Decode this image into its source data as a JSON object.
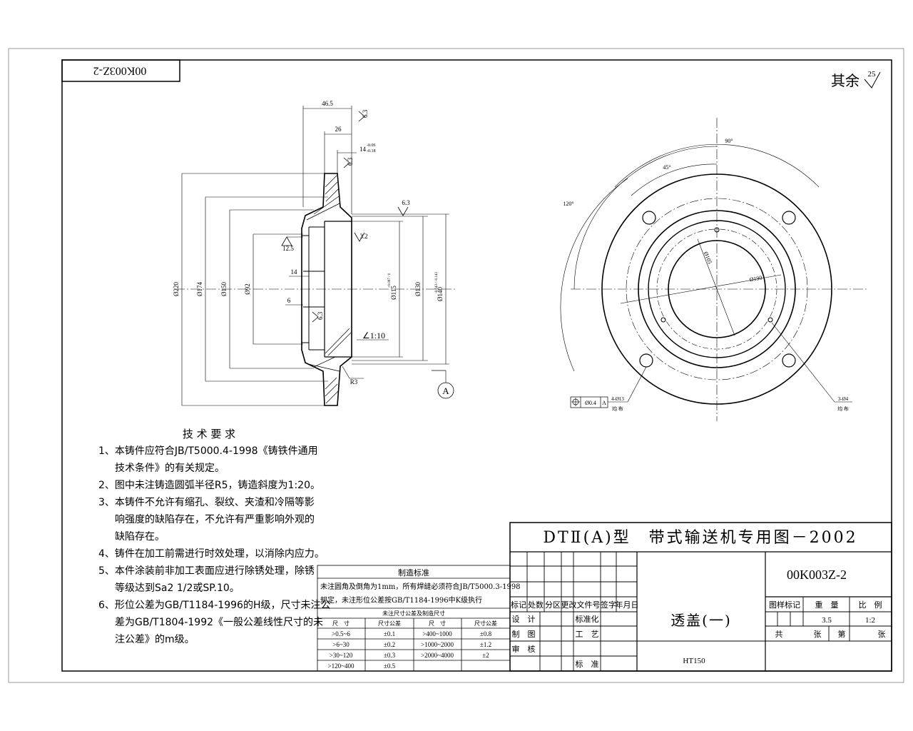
{
  "drawing_number": "00K003Z-2",
  "surface_finish": {
    "label": "其余",
    "value": "25"
  },
  "dims": {
    "d46_5": "46.5",
    "d26": "26",
    "d14": "14",
    "d14_tol_up": "-0.06",
    "d14_tol_dn": "-0.18",
    "d6_3a": "6.3",
    "d6_3b": "6.3",
    "d6_3c": "6.3",
    "d6_3d": "6.3",
    "d3_2": "3.2",
    "d12_5": "12.5",
    "dia220": "Ø220",
    "dia174": "Ø174",
    "dia150": "Ø150",
    "dia92": "Ø92",
    "dia115": "Ø115",
    "dia115_tol": "+0.087 / 0",
    "dia130": "Ø130",
    "dia140": "Ø140",
    "dia140_tol": "-0.043 / -0.143",
    "d14b": "14",
    "d6": "6",
    "taper": "∠1:10",
    "r3": "R3",
    "datum": "A",
    "ang90": "90°",
    "ang45": "45°",
    "ang120": "120°",
    "dia105": "Ø105",
    "dia190": "Ø190",
    "holes_a": "4-Ø13",
    "holes_a_sub": "均 布",
    "holes_b": "3-Ø4",
    "holes_b_sub": "均 布",
    "gtol_tol": "Ø0.4",
    "gtol_ref": "A"
  },
  "notes": {
    "title": "技 术 要 求",
    "l1": "1、本铸件应符合JB/T5000.4-1998《铸铁件通用",
    "l1b": "技术条件》的有关规定。",
    "l2": "2、图中未注铸造圆弧半径R5，铸造斜度为1:20。",
    "l3": "3、本铸件不允许有缩孔、裂纹、夹渣和冷隔等影",
    "l3b": "响强度的缺陷存在，不允许有严重影响外观的",
    "l3c": "缺陷存在。",
    "l4": "4、铸件在加工前需进行时效处理，以消除内应力。",
    "l5": "5、本件涂装前非加工表面应进行除锈处理，除锈",
    "l5b": "等级达到Sa2 1/2或SP.10。",
    "l6": "6、形位公差为GB/T1184-1996的H级，尺寸未注公",
    "l6b": "差为GB/T1804-1992《一般公差线性尺寸的未",
    "l6c": "注公差》的m级。"
  },
  "mfg": {
    "title": "制造标准",
    "text1": "未注圆角及倒角为1mm，所有焊缝必须符合JB/T5000.3-1998",
    "text2": "规定，未注形位公差按GB/T1184-1996中K级执行",
    "subtitle": "未注尺寸公差及制造尺寸",
    "headers": [
      "尺　寸",
      "尺寸公差",
      "尺　寸",
      "尺寸公差"
    ],
    "rows": [
      [
        ">0.5~6",
        "±0.1",
        ">400~1000",
        "±0.8"
      ],
      [
        ">6~30",
        "±0.2",
        ">1000~2000",
        "±1.2"
      ],
      [
        ">30~120",
        "±0.3",
        ">2000~4000",
        "±2"
      ],
      [
        ">120~400",
        "±0.5",
        "",
        ""
      ]
    ]
  },
  "titleblock": {
    "header": "DTⅡ(A)型　带式输送机专用图－2002",
    "code": "00K003Z-2",
    "part_name": "透盖(一)",
    "material": "HT150",
    "rev_headers": [
      "标记",
      "处数",
      "分区",
      "更改文件号",
      "签字",
      "年月日"
    ],
    "design": "设　计",
    "standardize": "标准化",
    "draw": "制　图",
    "craft": "工　艺",
    "review": "审　核",
    "standard": "标　准",
    "stage_mark": "图样标记",
    "weight_label": "重　量",
    "scale_label": "比　例",
    "weight": "3.5",
    "scale": "1:2",
    "total": "共",
    "sheets": "张",
    "sheet_no": "第",
    "sheet_unit": "张"
  }
}
